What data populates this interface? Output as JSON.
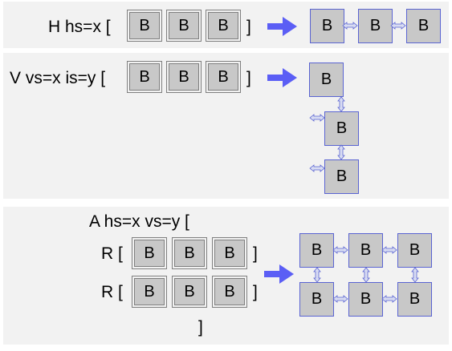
{
  "panel1": {
    "label": "H hs=x [",
    "close": "]",
    "box": "B"
  },
  "panel2": {
    "label": "V vs=x is=y [",
    "close": "]",
    "box": "B"
  },
  "panel3": {
    "label": "A hs=x vs=y [",
    "row_label": "R [",
    "row_close": "]",
    "close": "]",
    "box": "B"
  },
  "colors": {
    "panel": "#f2f2f2",
    "box_fill": "#c8c8c8",
    "box_border": "#7f7f7f",
    "result_border": "#5a64d2",
    "arrow": "#5b5ef5",
    "connector": "#d8dcf2"
  }
}
